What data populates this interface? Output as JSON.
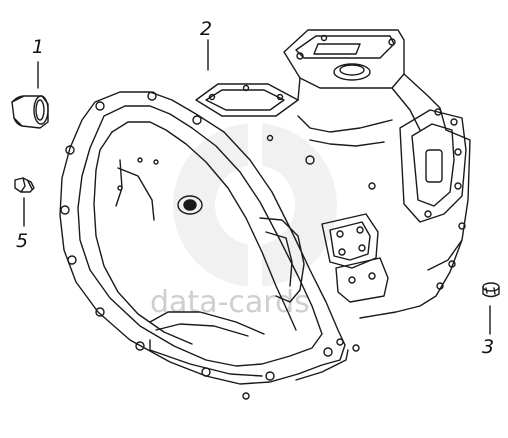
{
  "diagram": {
    "callouts": [
      {
        "id": "1",
        "label": "1"
      },
      {
        "id": "2",
        "label": "2"
      },
      {
        "id": "3",
        "label": "3"
      },
      {
        "id": "5",
        "label": "5"
      }
    ],
    "watermark": "data-cards",
    "colors": {
      "line": "#1a1a1a",
      "paper": "#ffffff",
      "watermark": "#c8c8c8"
    }
  }
}
